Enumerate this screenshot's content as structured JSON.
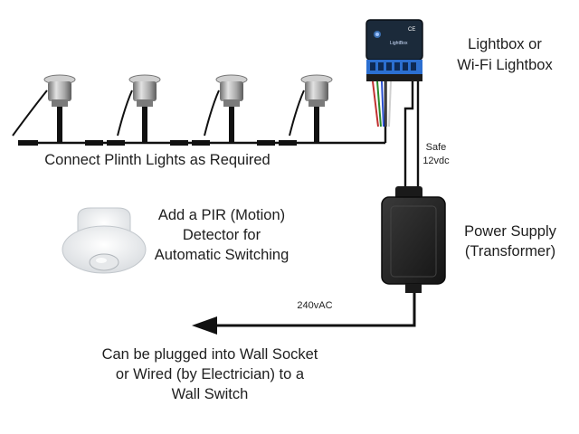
{
  "labels": {
    "plinth": "Connect Plinth Lights as Required",
    "lightbox": [
      "Lightbox or",
      "Wi-Fi Lightbox"
    ],
    "safe_voltage": [
      "Safe",
      "12vdc"
    ],
    "pir": [
      "Add a PIR (Motion)",
      "Detector for",
      "Automatic Switching"
    ],
    "power_supply": [
      "Power Supply",
      "(Transformer)"
    ],
    "mains_voltage": "240vAC",
    "wall_socket": [
      "Can be plugged into Wall Socket",
      "or Wired (by Electrician) to a",
      "Wall Switch"
    ]
  },
  "device_markings": {
    "lightbox_brand": "LightBox",
    "lightbox_ce": "CE"
  },
  "plinth_light_count": 4,
  "colors": {
    "cable": "#111111",
    "fixture_metal": "#b9b9b9",
    "transformer_body": "#222222",
    "lightbox_body": "#1b2a3a",
    "terminal_block": "#2c6fd0",
    "wire_colors": [
      "#c03030",
      "#2a8a2a",
      "#2a4fd0",
      "#5a5a5a",
      "#cfcfcf"
    ],
    "text": "#1e1e1e"
  }
}
